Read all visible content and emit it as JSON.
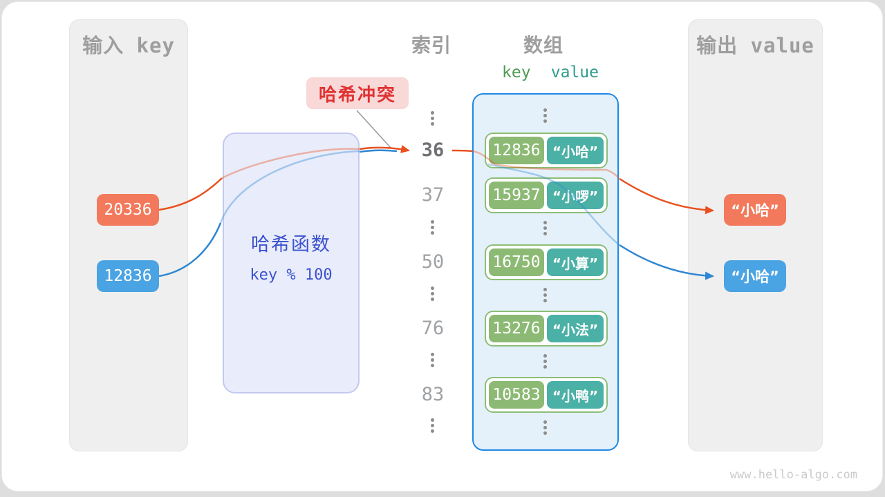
{
  "diagram": {
    "input_panel": {
      "title": "输入 key",
      "keys": [
        "20336",
        "12836"
      ]
    },
    "hash_function": {
      "title": "哈希函数",
      "formula": "key % 100"
    },
    "collision_badge": {
      "text": "哈希冲突"
    },
    "index_column": {
      "title": "索引",
      "highlighted": "36",
      "values": [
        "37",
        "50",
        "76",
        "83"
      ]
    },
    "array_panel": {
      "title": "数组",
      "key_header": "key",
      "value_header": "value",
      "entries": [
        {
          "key": "12836",
          "value": "“小哈”"
        },
        {
          "key": "15937",
          "value": "“小啰”"
        },
        {
          "key": "16750",
          "value": "“小算”"
        },
        {
          "key": "13276",
          "value": "“小法”"
        },
        {
          "key": "10583",
          "value": "“小鸭”"
        }
      ]
    },
    "output_panel": {
      "title": "输出 value",
      "values": [
        "“小哈”",
        "“小哈”"
      ]
    },
    "watermark": "www.hello-algo.com",
    "colors": {
      "orange": "#F3795C",
      "blue": "#4AA3E3",
      "line_orange": "#E8501E",
      "line_blue": "#2E86D1",
      "green_key": "#8CBA74",
      "teal_value": "#4BB0A5",
      "pair_border": "#8CBE77",
      "array_border": "#1E88E5",
      "array_fill": "#E5F1FA",
      "hash_fill": "#E9ECFA",
      "hash_text": "#3B52CE",
      "collision_bg": "#F9D8D8",
      "collision_text": "#E03232",
      "panel_gray": "#EFEFEF",
      "title_gray": "#9E9E9E"
    }
  }
}
